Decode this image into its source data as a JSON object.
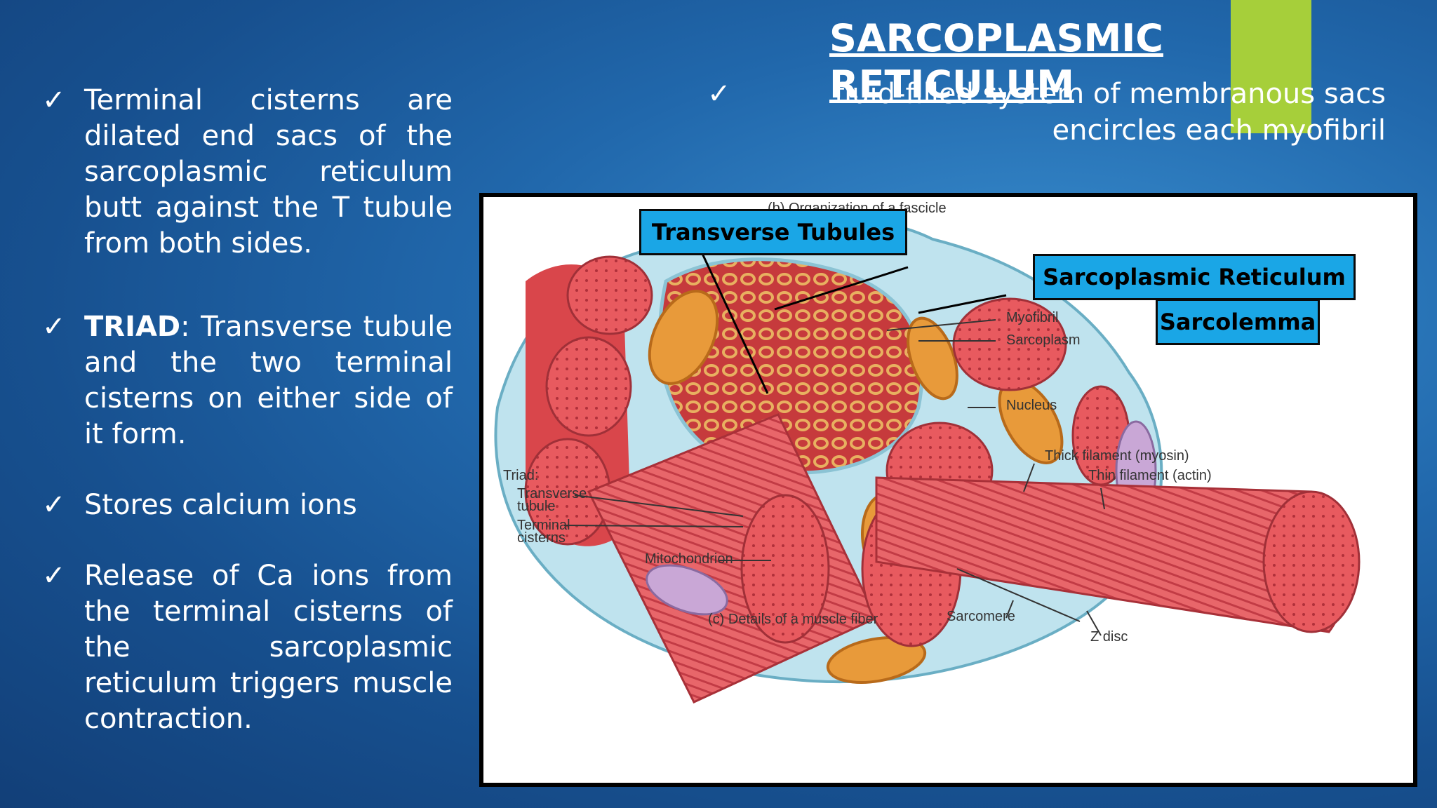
{
  "slide": {
    "title": "SARCOPLASMIC RETICULUM",
    "subtitle": "fluid-filled system of membranous sacs encircles each myofibril",
    "check_glyph": "✓",
    "accent_color": "#a6cf3a",
    "callout_color": "#1aa6e6",
    "bullets": [
      {
        "text": "Terminal cisterns are dilated end sacs of the sarcoplasmic reticulum butt against the T tubule from both sides."
      },
      {
        "lead": "TRIAD",
        "text": ": Transverse tubule and the two terminal cisterns on either side of it form."
      },
      {
        "text": "Stores calcium ions"
      },
      {
        "text": "Release of Ca ions from the terminal cisterns of the sarcoplasmic reticulum triggers muscle contraction."
      }
    ]
  },
  "diagram": {
    "callouts": {
      "transverse": "Transverse Tubules",
      "sarcoplasmic": "Sarcoplasmic Reticulum",
      "sarcolemma": "Sarcolemma"
    },
    "labels": {
      "fascicle": "(b) Organization of a fascicle",
      "myofibril": "Myofibril",
      "sarcoplasm": "Sarcoplasm",
      "nucleus": "Nucleus",
      "thick": "Thick filament (myosin)",
      "thin": "Thin filament (actin)",
      "triad": "Triad:",
      "transverse_tubule_1": "Transverse",
      "transverse_tubule_2": "tubule",
      "terminal_1": "Terminal",
      "terminal_2": "cisterns",
      "mitochondrion": "Mitochondrion",
      "caption": "(c) Details of a muscle fiber",
      "sarcomere": "Sarcomere",
      "zdisc": "Z disc"
    }
  }
}
